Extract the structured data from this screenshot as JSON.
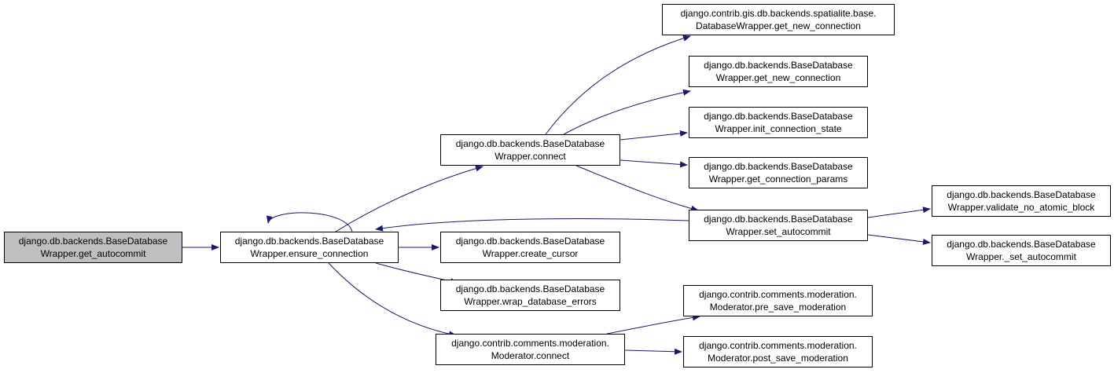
{
  "colors": {
    "edge": "#191970",
    "root_fill": "#bfbfbf",
    "node_fill": "#ffffff",
    "border": "#000000"
  },
  "nodes": {
    "get_autocommit": [
      "django.db.backends.BaseDatabase",
      "Wrapper.get_autocommit"
    ],
    "ensure_connection": [
      "django.db.backends.BaseDatabase",
      "Wrapper.ensure_connection"
    ],
    "connect": [
      "django.db.backends.BaseDatabase",
      "Wrapper.connect"
    ],
    "create_cursor": [
      "django.db.backends.BaseDatabase",
      "Wrapper.create_cursor"
    ],
    "wrap_database_errors": [
      "django.db.backends.BaseDatabase",
      "Wrapper.wrap_database_errors"
    ],
    "moderator_connect": [
      "django.contrib.comments.moderation.",
      "Moderator.connect"
    ],
    "spatialite_get_new_connection": [
      "django.contrib.gis.db.backends.spatialite.base.",
      "DatabaseWrapper.get_new_connection"
    ],
    "get_new_connection": [
      "django.db.backends.BaseDatabase",
      "Wrapper.get_new_connection"
    ],
    "init_connection_state": [
      "django.db.backends.BaseDatabase",
      "Wrapper.init_connection_state"
    ],
    "get_connection_params": [
      "django.db.backends.BaseDatabase",
      "Wrapper.get_connection_params"
    ],
    "set_autocommit": [
      "django.db.backends.BaseDatabase",
      "Wrapper.set_autocommit"
    ],
    "pre_save_moderation": [
      "django.contrib.comments.moderation.",
      "Moderator.pre_save_moderation"
    ],
    "post_save_moderation": [
      "django.contrib.comments.moderation.",
      "Moderator.post_save_moderation"
    ],
    "validate_no_atomic_block": [
      "django.db.backends.BaseDatabase",
      "Wrapper.validate_no_atomic_block"
    ],
    "_set_autocommit": [
      "django.db.backends.BaseDatabase",
      "Wrapper._set_autocommit"
    ]
  },
  "edges": [
    [
      "get_autocommit",
      "ensure_connection"
    ],
    [
      "ensure_connection",
      "ensure_connection"
    ],
    [
      "ensure_connection",
      "connect"
    ],
    [
      "ensure_connection",
      "create_cursor"
    ],
    [
      "ensure_connection",
      "wrap_database_errors"
    ],
    [
      "ensure_connection",
      "moderator_connect"
    ],
    [
      "connect",
      "spatialite_get_new_connection"
    ],
    [
      "connect",
      "get_new_connection"
    ],
    [
      "connect",
      "init_connection_state"
    ],
    [
      "connect",
      "get_connection_params"
    ],
    [
      "connect",
      "set_autocommit"
    ],
    [
      "set_autocommit",
      "ensure_connection"
    ],
    [
      "set_autocommit",
      "validate_no_atomic_block"
    ],
    [
      "set_autocommit",
      "_set_autocommit"
    ],
    [
      "moderator_connect",
      "pre_save_moderation"
    ],
    [
      "moderator_connect",
      "post_save_moderation"
    ]
  ]
}
